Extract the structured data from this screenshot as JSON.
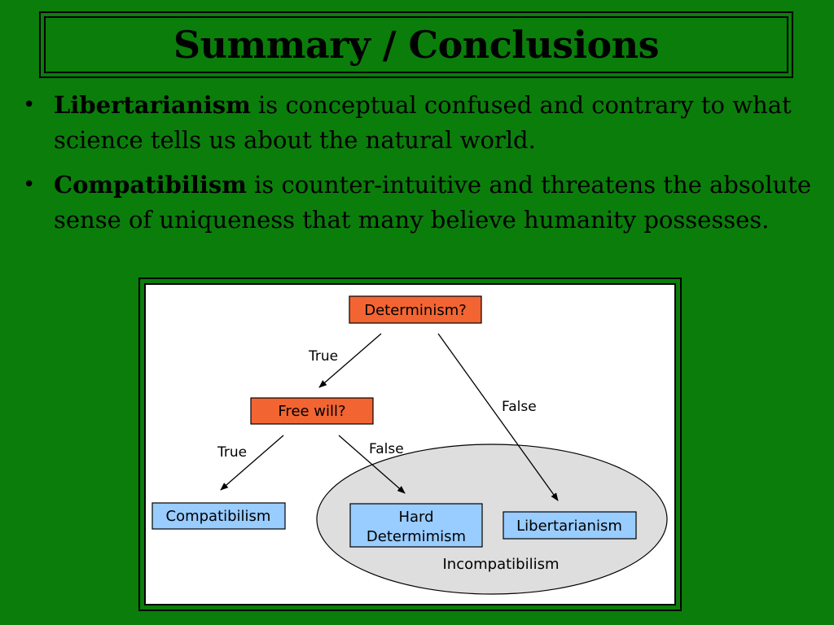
{
  "slide": {
    "title": "Summary / Conclusions",
    "bullets": [
      {
        "term": "Libertarianism",
        "text": " is conceptual confused and contrary to what science tells us about the natural world."
      },
      {
        "term": "Compatibilism",
        "text": " is counter-intuitive and threatens the absolute sense of uniqueness that many believe humanity possesses."
      }
    ]
  },
  "diagram": {
    "nodes": {
      "determinism": "Determinism?",
      "free_will": "Free will?",
      "compatibilism": "Compatibilism",
      "hard_determinism_line1": "Hard",
      "hard_determinism_line2": "Determimism",
      "libertarianism": "Libertarianism"
    },
    "region_label": "Incompatibilism",
    "edge_labels": {
      "det_true": "True",
      "det_false": "False",
      "fw_true": "True",
      "fw_false": "False"
    },
    "colors": {
      "question_fill": "#f26533",
      "answer_fill": "#99ccff",
      "region_fill": "#dedede",
      "background": "#0b7d0b"
    }
  }
}
